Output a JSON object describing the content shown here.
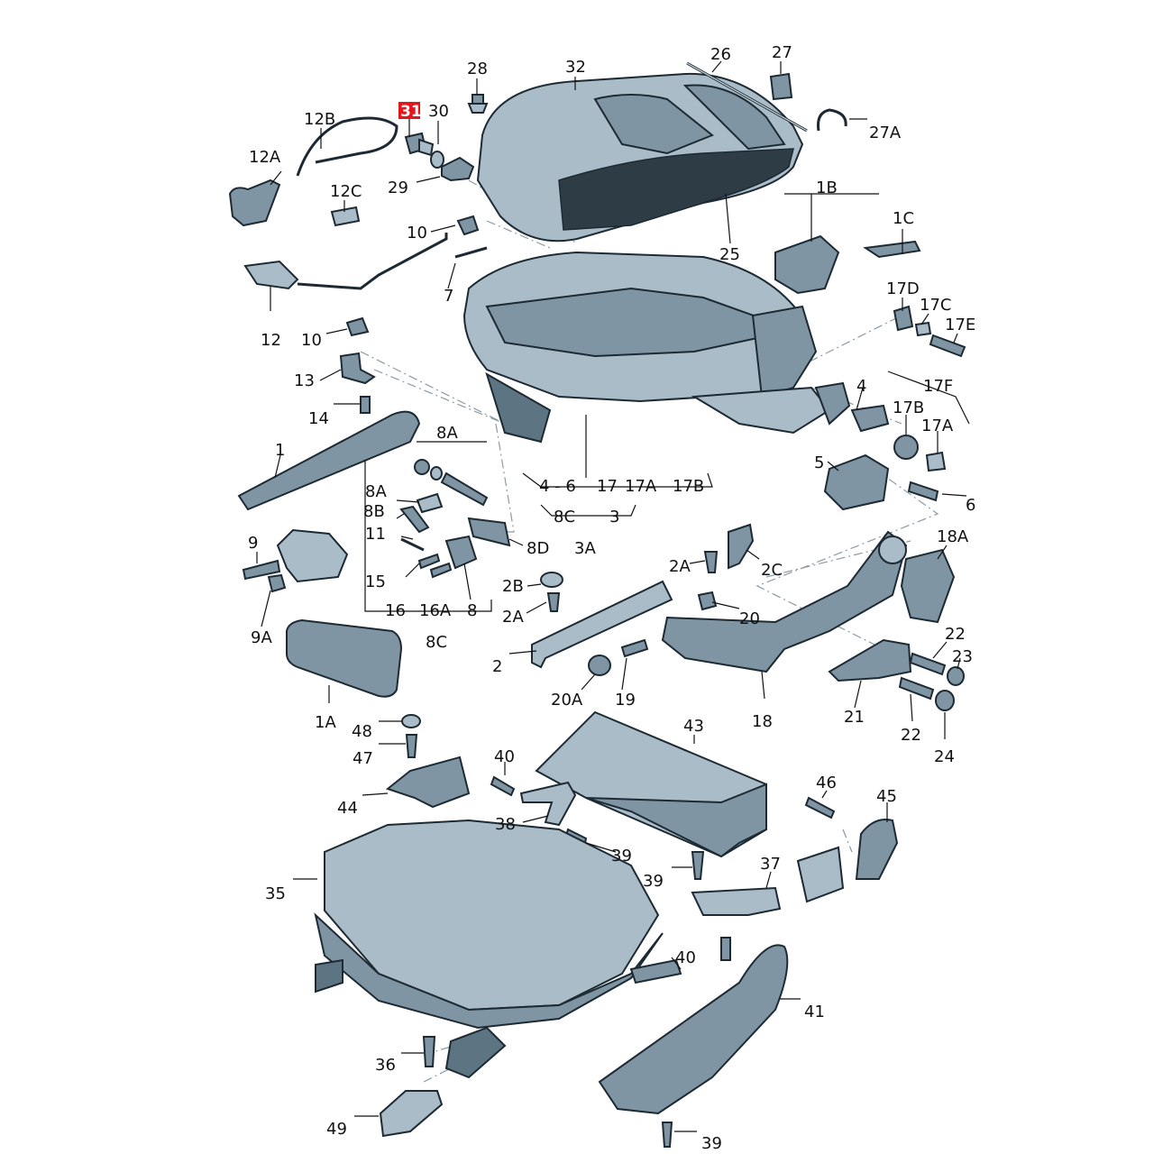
{
  "highlight_color": "#e3161b",
  "highlighted_part": "31",
  "labels": [
    {
      "id": "31",
      "text": "31"
    },
    {
      "id": "28",
      "text": "28"
    },
    {
      "id": "32",
      "text": "32"
    },
    {
      "id": "26",
      "text": "26"
    },
    {
      "id": "27",
      "text": "27"
    },
    {
      "id": "27A",
      "text": "27A"
    },
    {
      "id": "30",
      "text": "30"
    },
    {
      "id": "12B",
      "text": "12B"
    },
    {
      "id": "12A",
      "text": "12A"
    },
    {
      "id": "12C",
      "text": "12C"
    },
    {
      "id": "29",
      "text": "29"
    },
    {
      "id": "1B",
      "text": "1B"
    },
    {
      "id": "1C",
      "text": "1C"
    },
    {
      "id": "25",
      "text": "25"
    },
    {
      "id": "10a",
      "text": "10"
    },
    {
      "id": "7",
      "text": "7"
    },
    {
      "id": "12",
      "text": "12"
    },
    {
      "id": "10b",
      "text": "10"
    },
    {
      "id": "17D",
      "text": "17D"
    },
    {
      "id": "17C",
      "text": "17C"
    },
    {
      "id": "17E",
      "text": "17E"
    },
    {
      "id": "13",
      "text": "13"
    },
    {
      "id": "14",
      "text": "14"
    },
    {
      "id": "4",
      "text": "4"
    },
    {
      "id": "17F",
      "text": "17F"
    },
    {
      "id": "17B",
      "text": "17B"
    },
    {
      "id": "17A",
      "text": "17A"
    },
    {
      "id": "8A",
      "text": "8A"
    },
    {
      "id": "1",
      "text": "1"
    },
    {
      "id": "5",
      "text": "5"
    },
    {
      "id": "6",
      "text": "6"
    },
    {
      "id": "4-6",
      "text": "4 - 6"
    },
    {
      "id": "17",
      "text": "17"
    },
    {
      "id": "17A2",
      "text": "17A"
    },
    {
      "id": "17B2",
      "text": "17B"
    },
    {
      "id": "8A2",
      "text": "8A"
    },
    {
      "id": "8B",
      "text": "8B"
    },
    {
      "id": "8C",
      "text": "8C"
    },
    {
      "id": "3",
      "text": "3"
    },
    {
      "id": "11",
      "text": "11"
    },
    {
      "id": "8D",
      "text": "8D"
    },
    {
      "id": "3A",
      "text": "3A"
    },
    {
      "id": "9",
      "text": "9"
    },
    {
      "id": "15",
      "text": "15"
    },
    {
      "id": "2A",
      "text": "2A"
    },
    {
      "id": "2C",
      "text": "2C"
    },
    {
      "id": "18A",
      "text": "18A"
    },
    {
      "id": "2B",
      "text": "2B"
    },
    {
      "id": "16",
      "text": "16"
    },
    {
      "id": "16A",
      "text": "16A"
    },
    {
      "id": "8",
      "text": "8"
    },
    {
      "id": "2A2",
      "text": "2A"
    },
    {
      "id": "20",
      "text": "20"
    },
    {
      "id": "9A",
      "text": "9A"
    },
    {
      "id": "8C2",
      "text": "8C"
    },
    {
      "id": "22",
      "text": "22"
    },
    {
      "id": "23",
      "text": "23"
    },
    {
      "id": "2",
      "text": "2"
    },
    {
      "id": "20A",
      "text": "20A"
    },
    {
      "id": "19",
      "text": "19"
    },
    {
      "id": "18",
      "text": "18"
    },
    {
      "id": "21",
      "text": "21"
    },
    {
      "id": "1A",
      "text": "1A"
    },
    {
      "id": "22b",
      "text": "22"
    },
    {
      "id": "24",
      "text": "24"
    },
    {
      "id": "48",
      "text": "48"
    },
    {
      "id": "43",
      "text": "43"
    },
    {
      "id": "47",
      "text": "47"
    },
    {
      "id": "40",
      "text": "40"
    },
    {
      "id": "44",
      "text": "44"
    },
    {
      "id": "46",
      "text": "46"
    },
    {
      "id": "45",
      "text": "45"
    },
    {
      "id": "38",
      "text": "38"
    },
    {
      "id": "39a",
      "text": "39"
    },
    {
      "id": "35",
      "text": "35"
    },
    {
      "id": "39b",
      "text": "39"
    },
    {
      "id": "37",
      "text": "37"
    },
    {
      "id": "40b",
      "text": "40"
    },
    {
      "id": "41",
      "text": "41"
    },
    {
      "id": "36",
      "text": "36"
    },
    {
      "id": "49",
      "text": "49"
    },
    {
      "id": "39c",
      "text": "39"
    }
  ]
}
